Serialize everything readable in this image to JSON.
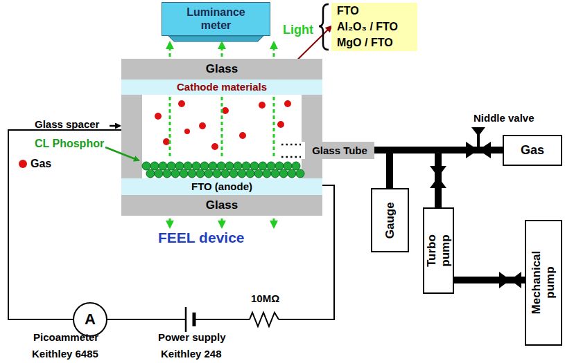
{
  "diagram": {
    "nodes": [
      {
        "text": [
          "Luminance meter"
        ]
      },
      {
        "text": [
          "FTO",
          "Al₂O₃ / FTO",
          "MgO / FTO"
        ]
      },
      {
        "text": [
          "Glass"
        ]
      },
      {
        "text": [
          "Cathode materials"
        ]
      },
      {
        "text": [
          "Glass Tube"
        ]
      },
      {
        "text": [
          "FTO (anode)"
        ]
      },
      {
        "text": [
          "Glass"
        ]
      },
      {
        "text": [
          "Gas"
        ]
      },
      {
        "text": [
          "Gauge"
        ]
      },
      {
        "text": [
          "Turbo pump"
        ]
      },
      {
        "text": [
          "Mechanical pump"
        ]
      },
      {
        "text": [
          "A"
        ]
      }
    ],
    "edges": [
      {
        "from": 3,
        "to": 1,
        "arrow": "to"
      },
      {
        "from": 4,
        "to": 7,
        "arrow": "none"
      },
      {
        "from": 4,
        "to": 8,
        "arrow": "none"
      },
      {
        "from": 4,
        "to": 9,
        "arrow": "none"
      },
      {
        "from": 9,
        "to": 10,
        "arrow": "none"
      }
    ],
    "labels": [
      "Light",
      "Glass spacer",
      "CL Phosphor",
      "Gas",
      "FEEL device",
      "Niddle valve",
      "Picoammeter",
      "Keithley 6485",
      "Power supply",
      "Keithley 248",
      "10MΩ"
    ]
  }
}
